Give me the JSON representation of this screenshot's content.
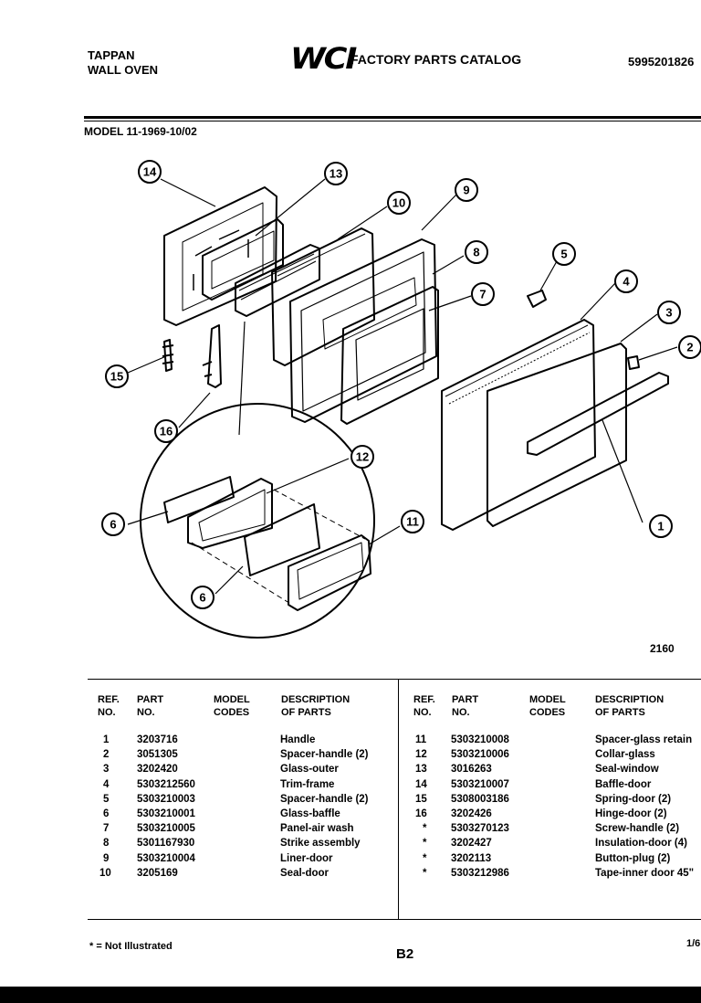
{
  "header": {
    "brand": "TAPPAN",
    "product": "WALL OVEN",
    "logo": "WCI",
    "catalog_title": "FACTORY PARTS CATALOG",
    "catalog_number": "5995201826"
  },
  "model_line": "MODEL 11-1969-10/02",
  "figure_number": "2160",
  "callouts": [
    "14",
    "13",
    "10",
    "9",
    "8",
    "7",
    "5",
    "4",
    "3",
    "2",
    "15",
    "16",
    "12",
    "6",
    "11",
    "6",
    "1"
  ],
  "table": {
    "headers": {
      "ref_line1": "REF.",
      "ref_line2": "NO.",
      "part_line1": "PART",
      "part_line2": "NO.",
      "model_line1": "MODEL",
      "model_line2": "CODES",
      "desc_line1": "DESCRIPTION",
      "desc_line2": "OF PARTS"
    },
    "left_rows": [
      {
        "ref": "1",
        "part": "3203716",
        "desc": "Handle"
      },
      {
        "ref": "2",
        "part": "3051305",
        "desc": "Spacer-handle (2)"
      },
      {
        "ref": "3",
        "part": "3202420",
        "desc": "Glass-outer"
      },
      {
        "ref": "4",
        "part": "5303212560",
        "desc": "Trim-frame"
      },
      {
        "ref": "5",
        "part": "5303210003",
        "desc": "Spacer-handle (2)"
      },
      {
        "ref": "6",
        "part": "5303210001",
        "desc": "Glass-baffle"
      },
      {
        "ref": "7",
        "part": "5303210005",
        "desc": "Panel-air wash"
      },
      {
        "ref": "8",
        "part": "5301167930",
        "desc": "Strike assembly"
      },
      {
        "ref": "9",
        "part": "5303210004",
        "desc": "Liner-door"
      },
      {
        "ref": "10",
        "part": "3205169",
        "desc": "Seal-door"
      }
    ],
    "right_rows": [
      {
        "ref": "11",
        "part": "5303210008",
        "desc": "Spacer-glass retain"
      },
      {
        "ref": "12",
        "part": "5303210006",
        "desc": "Collar-glass"
      },
      {
        "ref": "13",
        "part": "3016263",
        "desc": "Seal-window"
      },
      {
        "ref": "14",
        "part": "5303210007",
        "desc": "Baffle-door"
      },
      {
        "ref": "15",
        "part": "5308003186",
        "desc": "Spring-door (2)"
      },
      {
        "ref": "16",
        "part": "3202426",
        "desc": "Hinge-door (2)"
      },
      {
        "ref": "*",
        "part": "5303270123",
        "desc": "Screw-handle (2)"
      },
      {
        "ref": "*",
        "part": "3202427",
        "desc": "Insulation-door (4)"
      },
      {
        "ref": "*",
        "part": "3202113",
        "desc": "Button-plug (2)"
      },
      {
        "ref": "*",
        "part": "5303212986",
        "desc": "Tape-inner door 45\""
      }
    ]
  },
  "footer": {
    "note": "* = Not Illustrated",
    "page": "B2",
    "sheet": "1/6"
  }
}
